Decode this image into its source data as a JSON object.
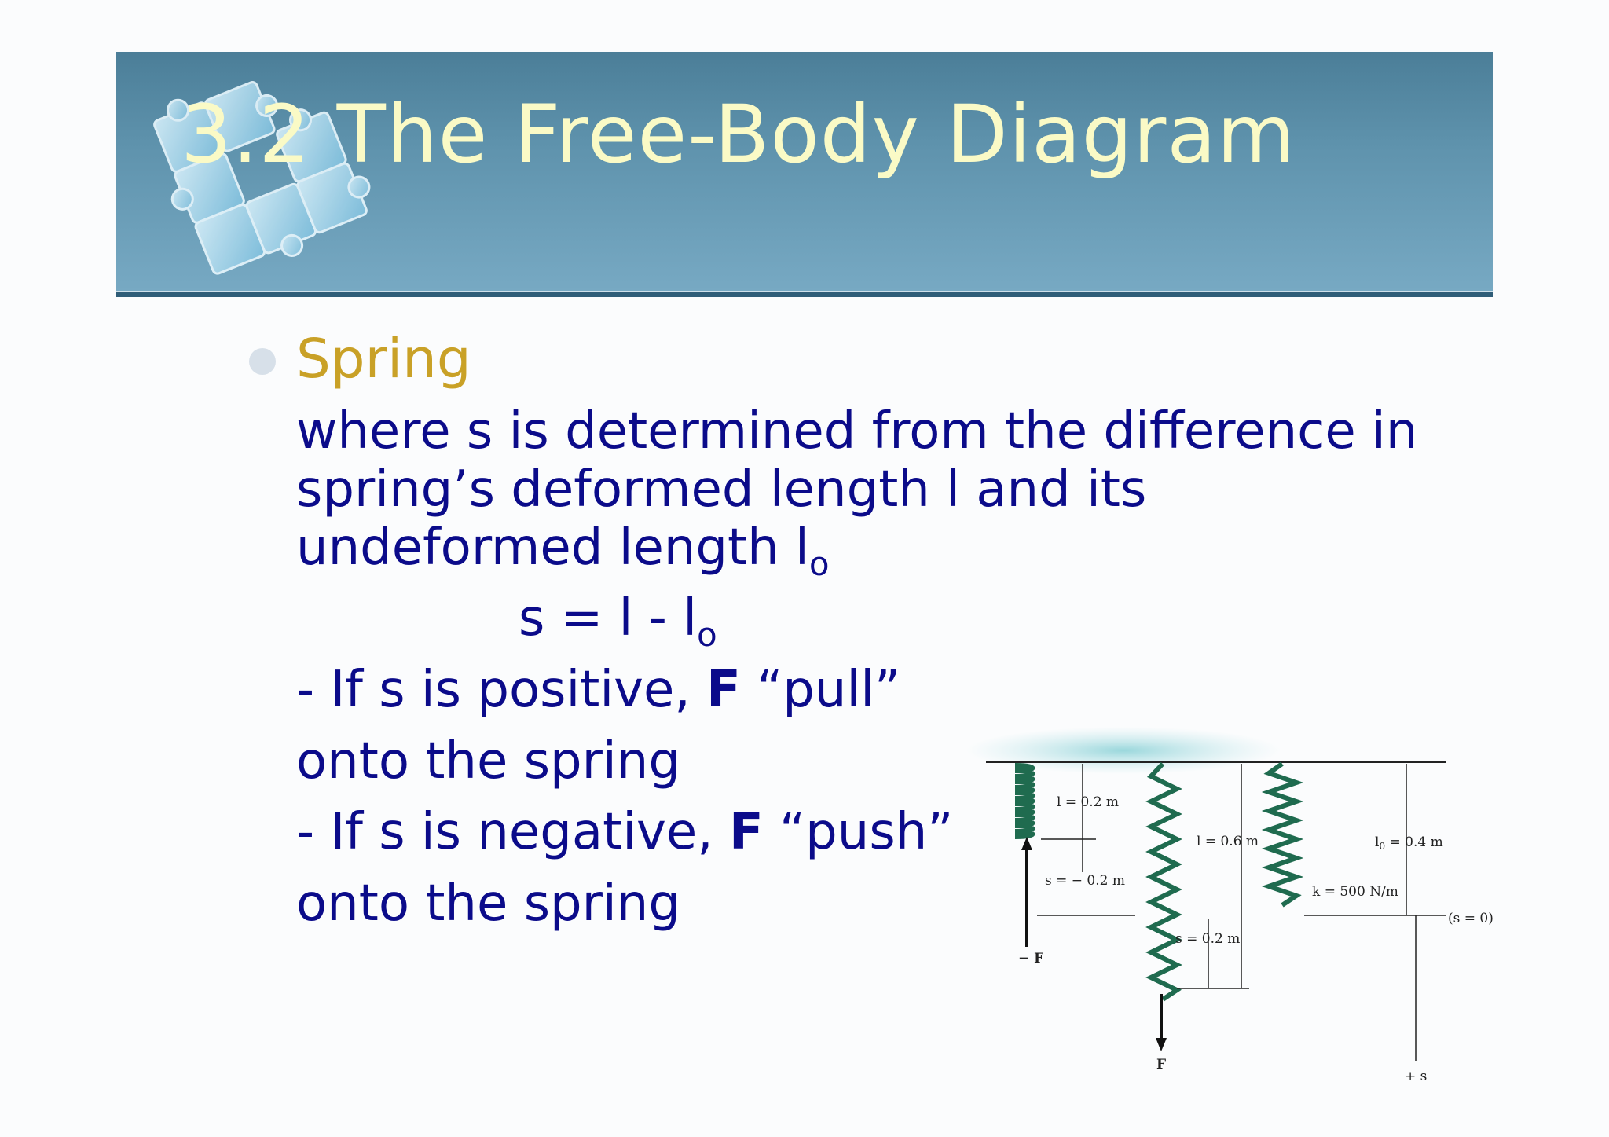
{
  "slide": {
    "title": "3.2 The Free-Body Diagram",
    "bullet_heading": "Spring",
    "paragraph_lines": [
      "where s is determined from the difference in",
      "spring’s deformed length l and its",
      "undeformed length l"
    ],
    "paragraph_sub": "o",
    "equation": {
      "lhs": "s = l - l",
      "sub": "o"
    },
    "positive_case": {
      "line1_prefix": "- If s is positive, ",
      "force": "F",
      "line1_suffix": " “pull”",
      "line2": "onto the spring"
    },
    "negative_case": {
      "line1_prefix": "- If s is negative, ",
      "force": "F",
      "line1_suffix": " “push”",
      "line2": "onto the spring"
    }
  },
  "diagram": {
    "labels": {
      "l_left": "l = 0.2 m",
      "s_left": "s = − 0.2 m",
      "neg_f": "− F",
      "l_mid": "l = 0.6 m",
      "s_mid": "s = 0.2 m",
      "f_mid": "F",
      "k": "k = 500 N/m",
      "l0": "l",
      "l0_sub": "0",
      "l0_val": " = 0.4 m",
      "s_zero": "(s = 0)",
      "plus_s": "+ s"
    }
  },
  "colors": {
    "title": "#fafac6",
    "heading": "#c9a127",
    "body": "#0b0b8a",
    "spring": "#1f6b4f",
    "banner": "#5f93ad"
  }
}
